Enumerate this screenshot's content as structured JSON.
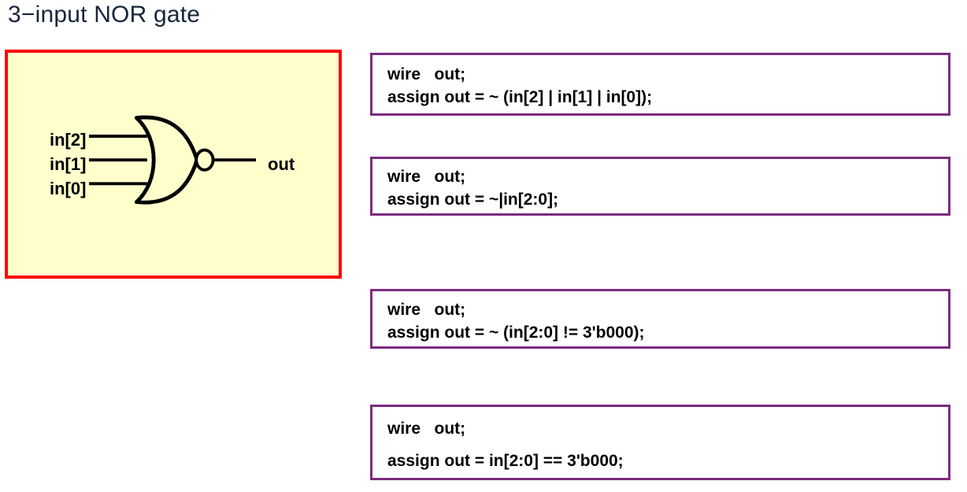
{
  "title": "3−input NOR gate",
  "colors": {
    "title_text": "#17253c",
    "diagram_border": "#ff0000",
    "diagram_fill": "#ffffcc",
    "code_border": "#7d2a80",
    "code_background": "#ffffff",
    "ink": "#000000"
  },
  "diagram": {
    "gate_type": "NOR",
    "inputs": [
      {
        "label": "in[2]"
      },
      {
        "label": "in[1]"
      },
      {
        "label": "in[0]"
      }
    ],
    "output": {
      "label": "out"
    }
  },
  "code_boxes": [
    {
      "lines": [
        "wire   out;",
        "assign out = ~ (in[2] | in[1] | in[0]);"
      ]
    },
    {
      "lines": [
        "wire   out;",
        "assign out = ~|in[2:0];"
      ]
    },
    {
      "lines": [
        "wire   out;",
        "assign out = ~ (in[2:0] != 3'b000);"
      ]
    },
    {
      "lines": [
        "wire   out;",
        "assign out = in[2:0] == 3'b000;"
      ]
    }
  ]
}
